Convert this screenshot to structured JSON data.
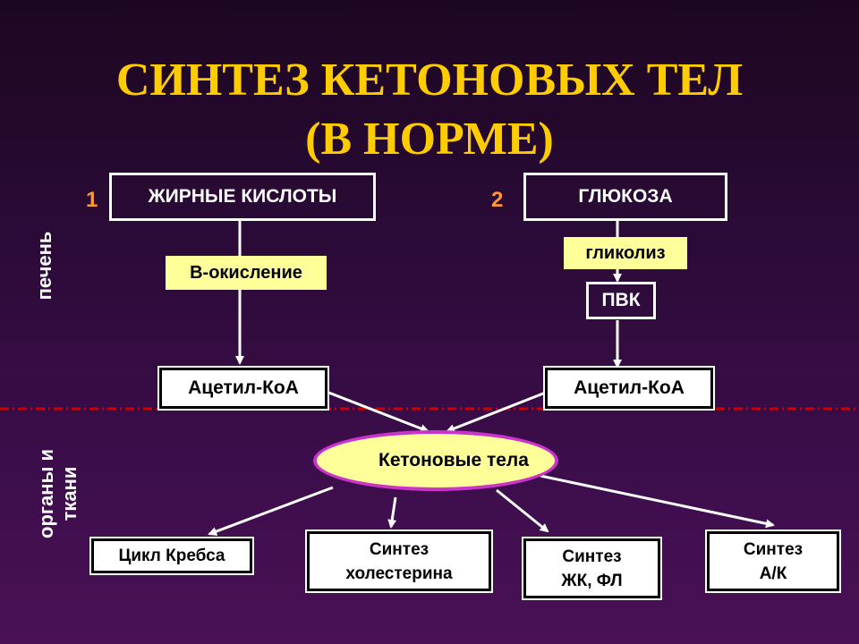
{
  "title": {
    "line1": "СИНТЕЗ КЕТОНОВЫХ ТЕЛ",
    "line2": "(В НОРМЕ)"
  },
  "side_labels": {
    "liver": "печень",
    "organs_line1": "органы и",
    "organs_line2": "ткани"
  },
  "numbers": {
    "n1": "1",
    "n2": "2"
  },
  "boxes": {
    "fatty_acids": "ЖИРНЫЕ КИСЛОТЫ",
    "glucose": "ГЛЮКОЗА",
    "beta_oxidation": "B-окисление",
    "glycolysis": "гликолиз",
    "pvk": "ПВК",
    "acetyl_coa_left": "Ацетил-КоА",
    "acetyl_coa_right": "Ацетил-КоА",
    "ketone_bodies": "Кетоновые тела",
    "krebs": "Цикл Кребса",
    "chol_line1": "Синтез",
    "chol_line2": "холестерина",
    "fa_line1": "Синтез",
    "fa_line2": "ЖК, ФЛ",
    "ak_line1": "Синтез",
    "ak_line2": "А/К"
  },
  "colors": {
    "title": "#ffcc00",
    "label_fill": "#ffff99",
    "ellipse_border": "#cc33cc",
    "divider": "#cc0000",
    "numbers": "#ff9933"
  }
}
